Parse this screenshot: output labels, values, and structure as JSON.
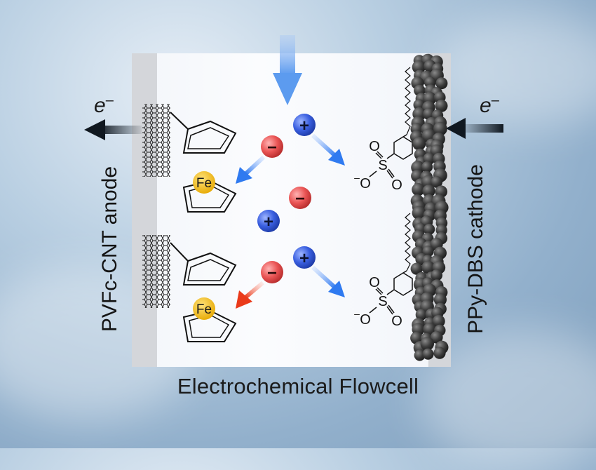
{
  "caption": "Electrochemical Flowcell",
  "anode_label": "PVFc-CNT anode",
  "cathode_label": "PPy-DBS cathode",
  "electron_left": "e",
  "electron_right": "e",
  "electron_superscript": "–",
  "fe_label": "Fe",
  "sulfonate": {
    "o": "O",
    "s": "S",
    "o_minus": "O"
  },
  "charge_plus": "+",
  "charge_minus": "−",
  "colors": {
    "cation": "#2d4fd8",
    "anion": "#e04848",
    "iron": "#f1b600",
    "flow_arrow": "#7fb0f2",
    "polymer": "#3a3a3a"
  }
}
